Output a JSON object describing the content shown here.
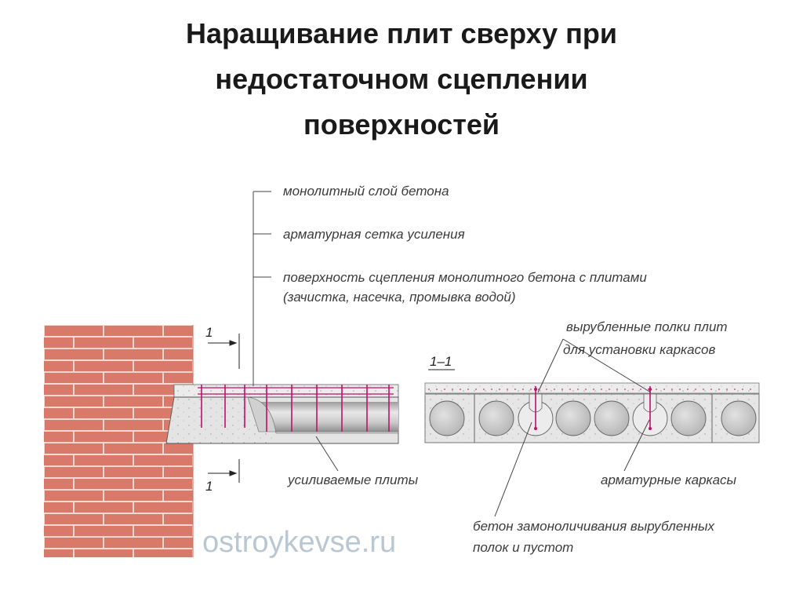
{
  "title": {
    "line1": "Наращивание плит сверху при",
    "line2": "недостаточном сцеплении",
    "line3": "поверхностей"
  },
  "labels": {
    "monolithic_layer": "монолитный слой бетона",
    "rebar_mesh": "арматурная сетка усиления",
    "bond_surface_1": "поверхность сцепления монолитного бетона с плитами",
    "bond_surface_2": "(зачистка, насечка, промывка водой)",
    "cut_shelves_1": "вырубленные полки плит",
    "cut_shelves_2": "для установки каркасов",
    "reinforced_slabs": "усиливаемые плиты",
    "rebar_cages": "арматурные каркасы",
    "grout_1": "бетон замоноличивания вырубленных",
    "grout_2": "полок и пустот",
    "section": "1–1",
    "cut_top": "1",
    "cut_bottom": "1"
  },
  "watermark": "ostroykevse.ru",
  "colors": {
    "brick": "#d9796a",
    "mortar": "#f4d9d3",
    "concrete": "#e6e6e6",
    "rebar": "#c0106a",
    "hollow": "#cfcfcf"
  }
}
